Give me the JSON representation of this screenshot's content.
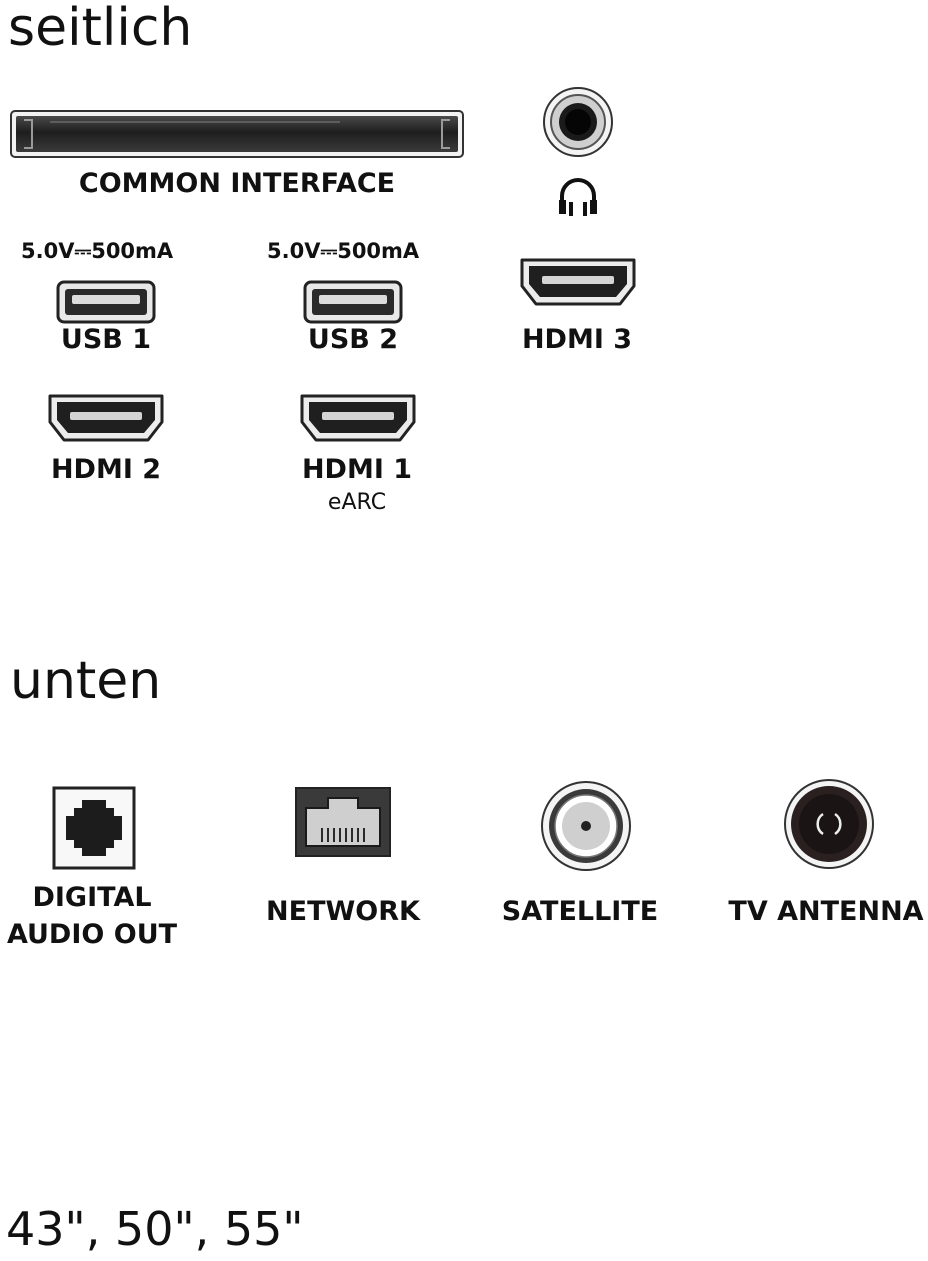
{
  "side_section": {
    "heading": "seitlich",
    "common_interface": {
      "label": "COMMON INTERFACE"
    },
    "headphone": {
      "icon": "headphone-icon"
    },
    "usb1": {
      "spec": "5.0V⎓500mA",
      "label": "USB 1"
    },
    "usb2": {
      "spec": "5.0V⎓500mA",
      "label": "USB 2"
    },
    "hdmi3": {
      "label": "HDMI 3"
    },
    "hdmi2": {
      "label": "HDMI 2"
    },
    "hdmi1": {
      "label": "HDMI 1",
      "sublabel": "eARC"
    }
  },
  "bottom_section": {
    "heading": "unten",
    "digital_audio_out": {
      "label_line1": "DIGITAL",
      "label_line2": "AUDIO OUT"
    },
    "network": {
      "label": "NETWORK"
    },
    "satellite": {
      "label": "SATELLITE"
    },
    "tv_antenna": {
      "label": "TV ANTENNA"
    }
  },
  "sizes": "43\", 50\", 55\"",
  "colors": {
    "port_dark": "#222222",
    "port_mid": "#555555",
    "port_light": "#e6e6e6",
    "outline": "#333333"
  }
}
